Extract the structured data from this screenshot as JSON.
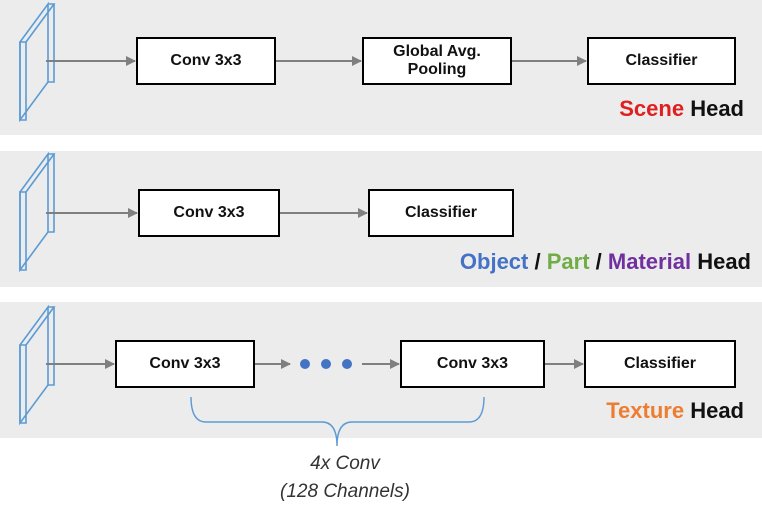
{
  "panels": [
    {
      "name": "scene",
      "boxes": [
        "Conv 3x3",
        "Global Avg. Pooling",
        "Classifier"
      ],
      "head_parts": [
        {
          "text": "Scene",
          "color": "#e02020"
        },
        {
          "text": "Head",
          "color": "#111111"
        }
      ]
    },
    {
      "name": "object-part-material",
      "boxes": [
        "Conv 3x3",
        "Classifier"
      ],
      "head_parts": [
        {
          "text": "Object",
          "color": "#4472c4"
        },
        {
          "text": "/",
          "color": "#111111"
        },
        {
          "text": "Part",
          "color": "#70ad47"
        },
        {
          "text": "/",
          "color": "#111111"
        },
        {
          "text": "Material",
          "color": "#7030a0"
        },
        {
          "text": "Head",
          "color": "#111111"
        }
      ]
    },
    {
      "name": "texture",
      "boxes": [
        "Conv 3x3",
        "Conv 3x3",
        "Classifier"
      ],
      "ellipsis_dots": 3,
      "head_parts": [
        {
          "text": "Texture",
          "color": "#ed7d31"
        },
        {
          "text": "Head",
          "color": "#111111"
        }
      ]
    }
  ],
  "caption": {
    "line1": "4x Conv",
    "line2": "(128 Channels)"
  },
  "colors": {
    "input_slab": "#5b9bd5",
    "arrow": "#7f7f7f",
    "dots": "#4472c4",
    "brace": "#5b9bd5"
  }
}
